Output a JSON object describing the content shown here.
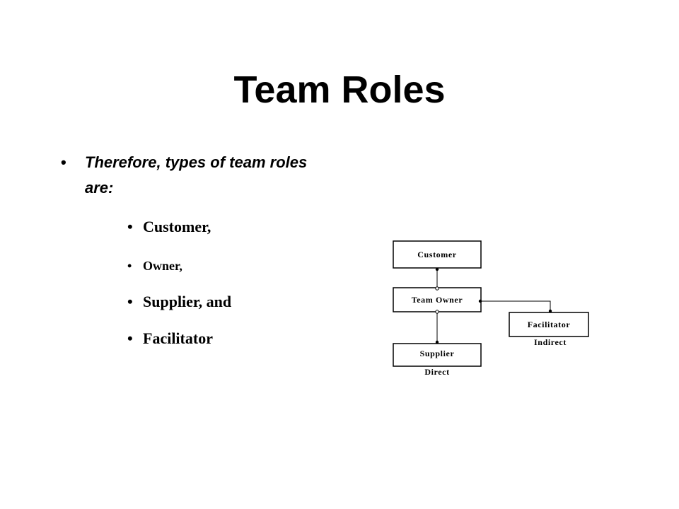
{
  "slide": {
    "title": "Team Roles",
    "bullet": "Therefore, types of team roles are:",
    "items": [
      "Customer,",
      "Owner,",
      "Supplier, and",
      "Facilitator"
    ]
  },
  "diagram": {
    "nodes": {
      "customer": "Customer",
      "team_owner": "Team Owner",
      "supplier": "Supplier",
      "facilitator": "Facilitator"
    },
    "labels": {
      "direct": "Direct",
      "indirect": "Indirect"
    }
  }
}
